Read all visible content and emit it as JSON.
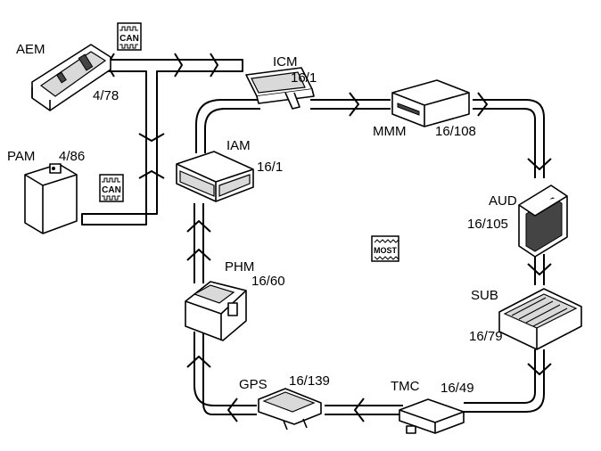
{
  "modules": {
    "aem": {
      "name": "AEM",
      "code": "4/78"
    },
    "pam": {
      "name": "PAM",
      "code": "4/86"
    },
    "icm": {
      "name": "ICM",
      "code": "16/1"
    },
    "iam": {
      "name": "IAM",
      "code": "16/1"
    },
    "mmm": {
      "name": "MMM",
      "code": "16/108"
    },
    "aud": {
      "name": "AUD",
      "code": "16/105"
    },
    "sub": {
      "name": "SUB",
      "code": "16/79"
    },
    "phm": {
      "name": "PHM",
      "code": "16/60"
    },
    "gps": {
      "name": "GPS",
      "code": "16/139"
    },
    "tmc": {
      "name": "TMC",
      "code": "16/49"
    }
  },
  "bus_labels": {
    "can": "CAN",
    "most": "MOST"
  }
}
